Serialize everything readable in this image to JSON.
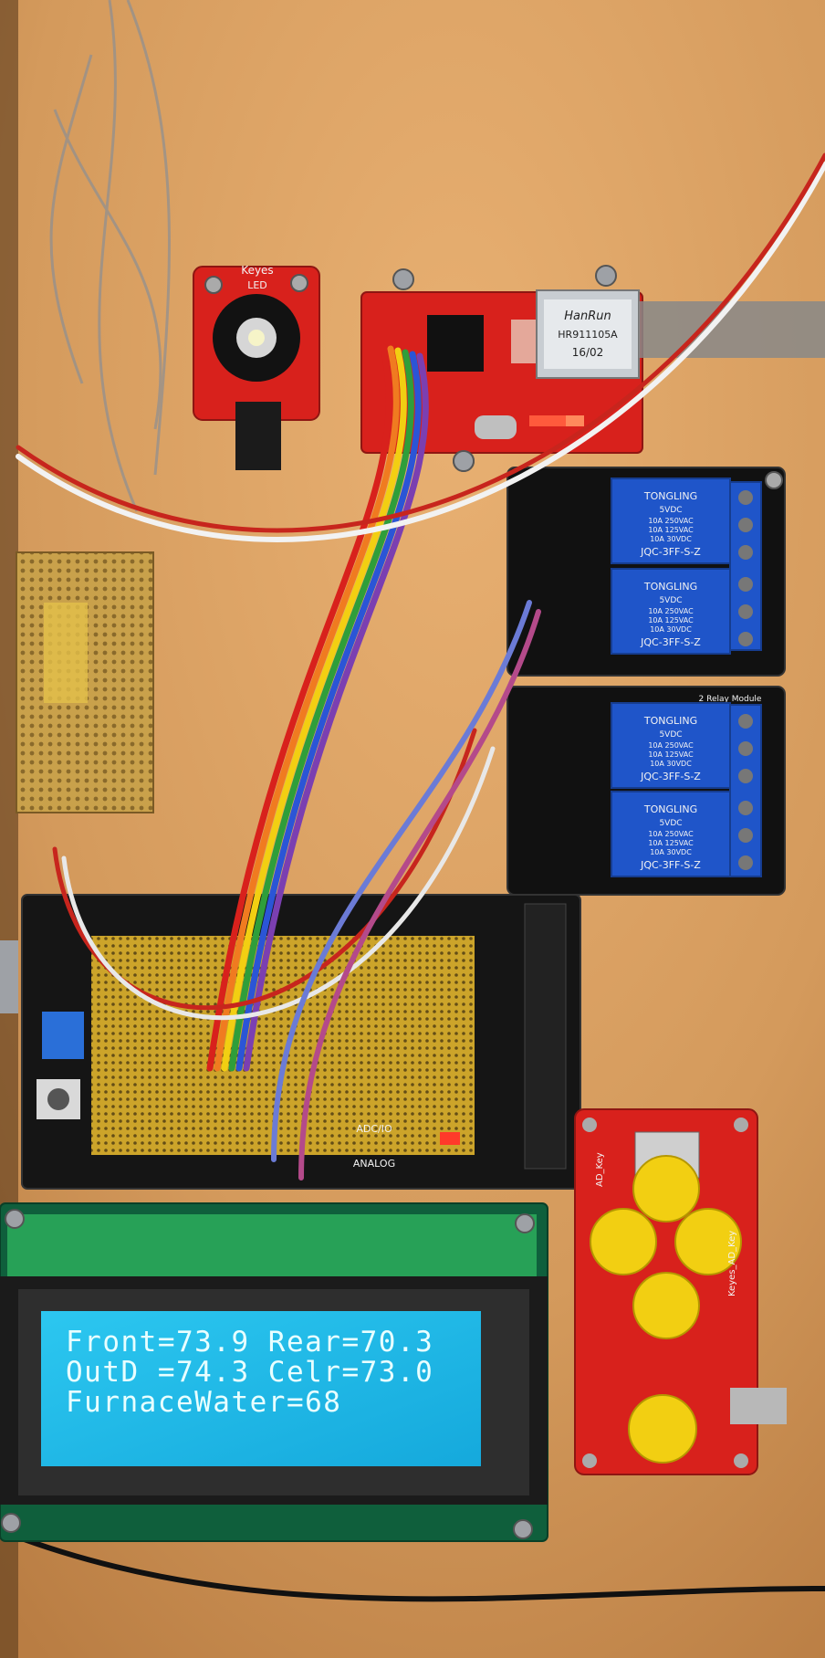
{
  "led_module": {
    "brand": "Keyes",
    "label": "LED"
  },
  "ethernet_module": {
    "jack_brand": "HanRun",
    "jack_part": "HR911105A",
    "jack_date": "16/02"
  },
  "relay_modules": [
    {
      "title": "2 Relay Module",
      "relays": [
        {
          "brand": "TONGLING",
          "voltage": "5VDC",
          "rating1": "10A 250VAC",
          "rating2": "10A 125VAC",
          "rating3": "10A 30VDC",
          "model": "JQC-3FF-S-Z"
        },
        {
          "brand": "TONGLING",
          "voltage": "5VDC",
          "rating1": "10A 250VAC",
          "rating2": "10A 125VAC",
          "rating3": "10A 30VDC",
          "model": "JQC-3FF-S-Z"
        }
      ]
    },
    {
      "title": "2 Relay Module",
      "relays": [
        {
          "brand": "TONGLING",
          "voltage": "5VDC",
          "rating1": "10A 250VAC",
          "rating2": "10A 125VAC",
          "rating3": "10A 30VDC",
          "model": "JQC-3FF-S-Z"
        },
        {
          "brand": "TONGLING",
          "voltage": "5VDC",
          "rating1": "10A 250VAC",
          "rating2": "10A 125VAC",
          "rating3": "10A 30VDC",
          "model": "JQC-3FF-S-Z"
        }
      ]
    }
  ],
  "shield": {
    "label_adc": "ADC/IO",
    "label_analog": "ANALOG"
  },
  "lcd": {
    "lines": [
      "Front=73.9 Rear=70.3",
      "OutD =74.3 Celr=73.0",
      "FurnaceWater=68"
    ]
  },
  "button_module": {
    "label_left": "AD_Key",
    "label_right": "Keyes_AD_Key"
  },
  "colors": {
    "board_wood": "#d9a062",
    "lcd_backlight": "#1eb8e6",
    "relay_blue": "#1f55c9",
    "pcb_red": "#d8211c",
    "button_yellow": "#f2cf12"
  }
}
